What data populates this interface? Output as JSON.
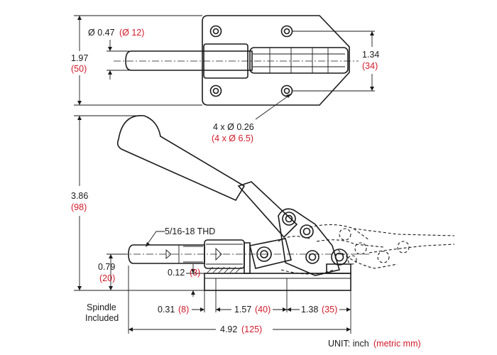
{
  "dimensions": {
    "rod_diameter": {
      "inch": "Ø 0.47",
      "metric": "(Ø 12)"
    },
    "base_width": {
      "inch": "1.97",
      "metric": "(50)"
    },
    "hole_spacing_width": {
      "inch": "1.34",
      "metric": "(34)"
    },
    "mount_holes": {
      "inch": "4 x Ø 0.26",
      "metric": "(4 x Ø 6.5)"
    },
    "overall_height": {
      "inch": "3.86",
      "metric": "(98)"
    },
    "thread": {
      "inch": "5/16-18 THD"
    },
    "spindle_height": {
      "inch": "0.79",
      "metric": "(20)"
    },
    "base_thickness": {
      "inch": "0.12",
      "metric": "(3)"
    },
    "offset": {
      "inch": "0.31",
      "metric": "(8)"
    },
    "hole_spacing_length": {
      "inch": "1.57",
      "metric": "(40)"
    },
    "hole_to_end": {
      "inch": "1.38",
      "metric": "(35)"
    },
    "overall_length": {
      "inch": "4.92",
      "metric": "(125)"
    }
  },
  "notes": {
    "spindle_line1": "Spindle",
    "spindle_line2": "Included",
    "unit_prefix": "UNIT: inch",
    "unit_metric": "(metric mm)"
  },
  "colors": {
    "dimension_text": "#1a1a1a",
    "metric_text": "#d11a2a"
  }
}
